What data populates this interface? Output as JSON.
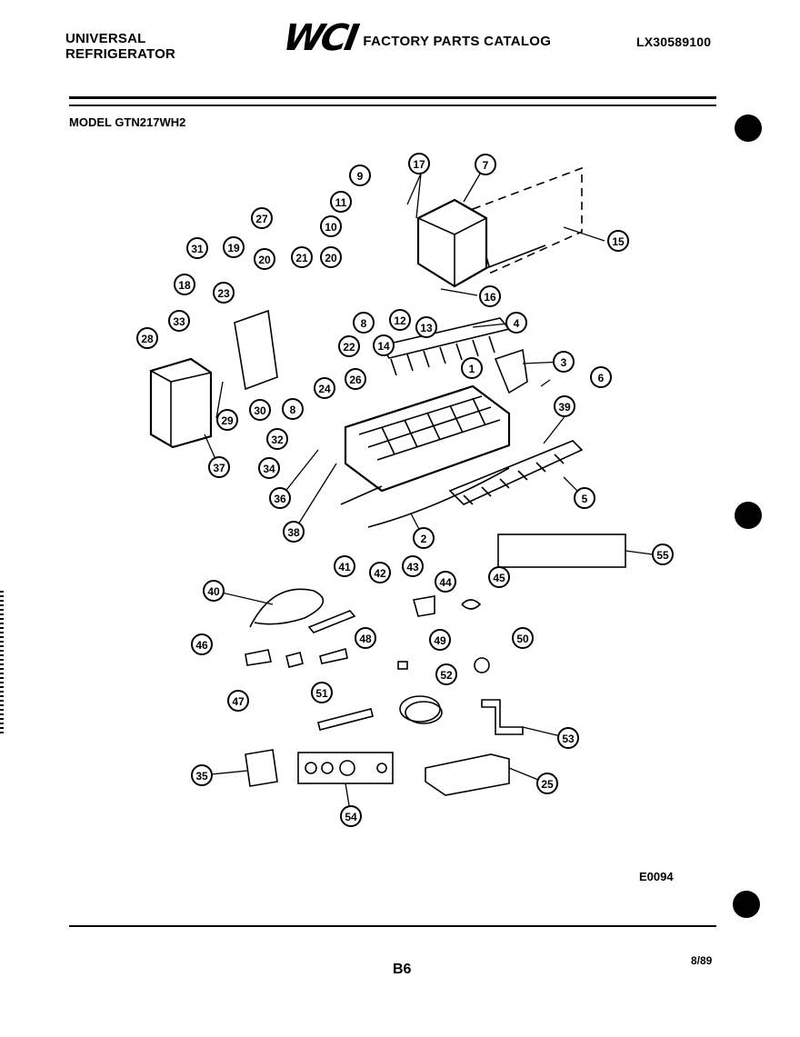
{
  "header": {
    "brand_line1": "UNIVERSAL",
    "brand_line2": "REFRIGERATOR",
    "logo_text": "WCI",
    "catalog_title": "FACTORY PARTS CATALOG",
    "doc_number": "LX30589100"
  },
  "model_label": "MODEL GTN217WH2",
  "callouts": [
    "1",
    "2",
    "3",
    "4",
    "5",
    "6",
    "7",
    "8",
    "8",
    "9",
    "10",
    "11",
    "12",
    "13",
    "14",
    "15",
    "16",
    "17",
    "18",
    "19",
    "20",
    "20",
    "21",
    "22",
    "23",
    "24",
    "25",
    "26",
    "27",
    "28",
    "29",
    "30",
    "31",
    "32",
    "33",
    "34",
    "35",
    "36",
    "37",
    "38",
    "39",
    "40",
    "41",
    "42",
    "43",
    "44",
    "45",
    "46",
    "47",
    "48",
    "49",
    "50",
    "51",
    "52",
    "53",
    "54",
    "55"
  ],
  "footer": {
    "diagram_code": "E0094",
    "page_number": "B6",
    "date": "8/89"
  }
}
